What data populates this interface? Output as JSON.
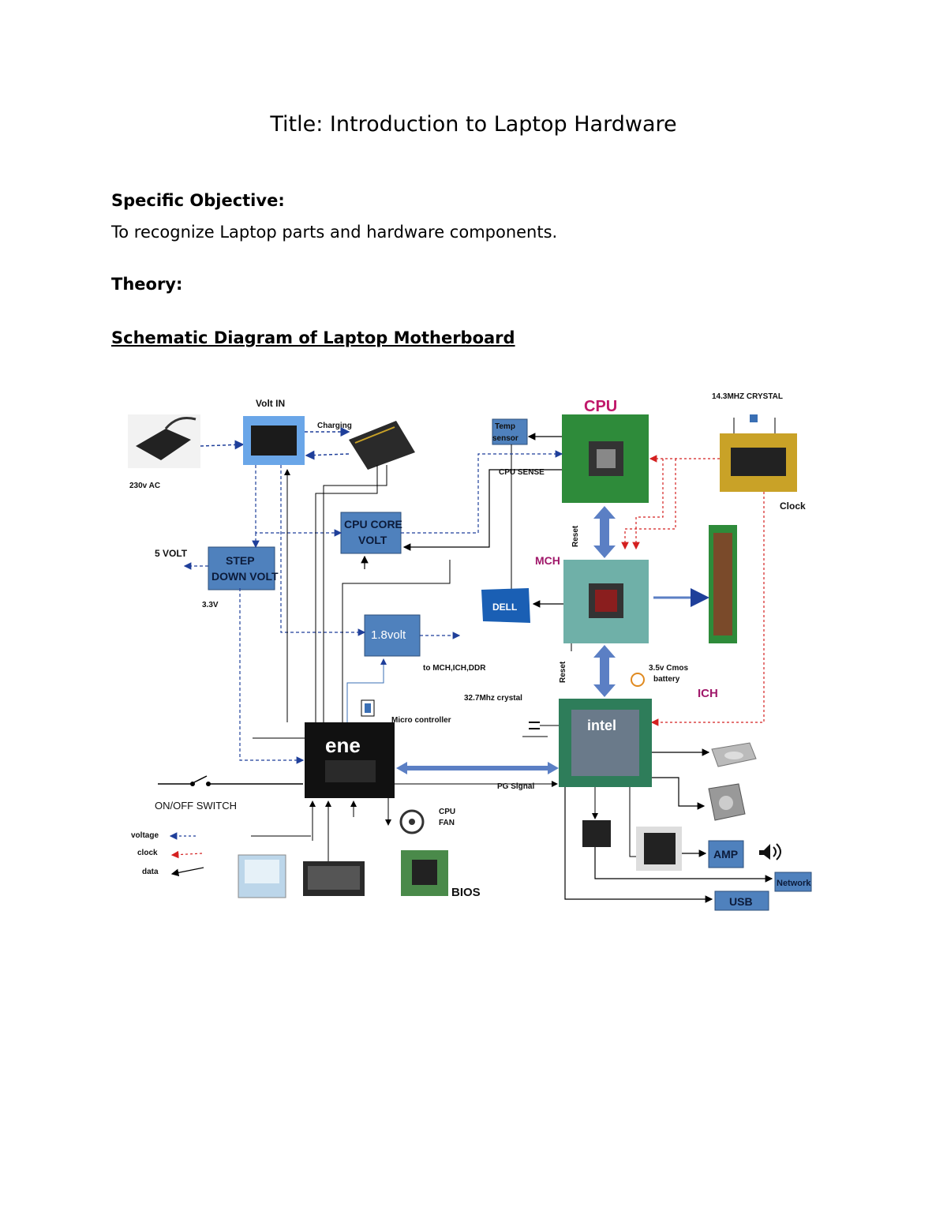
{
  "document": {
    "title": "Title: Introduction to Laptop Hardware",
    "objective_heading": "Specific Objective:",
    "objective_text": "To recognize Laptop parts and hardware components.",
    "theory_heading": "Theory:",
    "diagram_heading": "Schematic Diagram of Laptop Motherboard"
  },
  "diagram": {
    "labels": {
      "volt_in": "Volt IN",
      "charging": "Charging",
      "ac": "230v AC",
      "cpu": "CPU",
      "temp_sensor_line1": "Temp",
      "temp_sensor_line2": "sensor",
      "cpu_sense": "CPU SENSE",
      "crystal": "14.3MHZ CRYSTAL",
      "clock": "Clock",
      "cpu_core_volt_line1": "CPU CORE",
      "cpu_core_volt_line2": "VOLT",
      "five_volt": "5 VOLT",
      "step_down_line1": "STEP",
      "step_down_line2": "DOWN VOLT",
      "three_three": "3.3V",
      "mch": "MCH",
      "reset_top": "Reset",
      "one_eight_volt": "1.8volt",
      "to_mch": "to MCH,ICH,DDR",
      "reset_bottom": "Reset",
      "cmos_line1": "3.5v Cmos",
      "cmos_line2": "battery",
      "ich": "ICH",
      "crystal_32": "32.7Mhz crystal",
      "micro_controller": "Micro controller",
      "ene": "ene",
      "pg_signal": "PG Signal",
      "on_off": "ON/OFF SWITCH",
      "cpu_fan_line1": "CPU",
      "cpu_fan_line2": "FAN",
      "bios": "BIOS",
      "amp": "AMP",
      "network": "Network",
      "usb": "USB",
      "dell": "DELL",
      "intel": "intel",
      "legend_voltage": "voltage",
      "legend_clock": "clock",
      "legend_data": "data"
    },
    "colors": {
      "box_fill": "#4f81bd",
      "box_stroke": "#2e4f7a",
      "voltage_line": "#1f3f9a",
      "clock_line": "#d42020",
      "data_line": "#000000",
      "board_green": "#2e8b3a",
      "cpu_label": "#c0186a",
      "mch_label": "#a0186a",
      "bus_arrow": "#5b7fc4"
    }
  }
}
